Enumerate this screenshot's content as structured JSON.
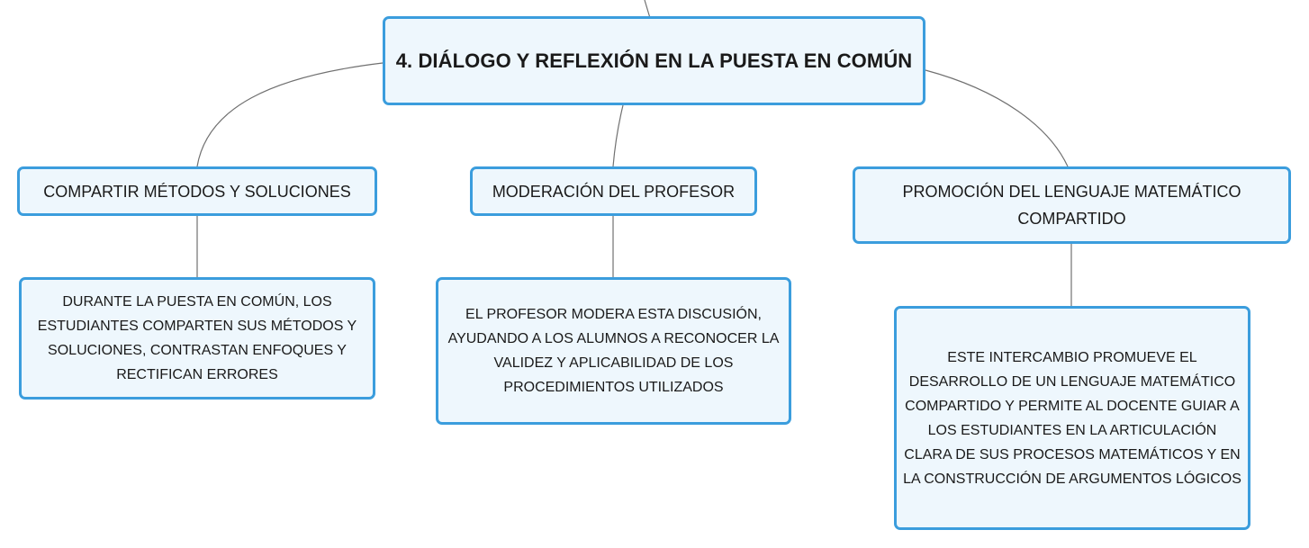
{
  "root": {
    "title": "4. DIÁLOGO Y REFLEXIÓN EN LA PUESTA EN COMÚN"
  },
  "topics": [
    {
      "label": "COMPARTIR MÉTODOS Y SOLUCIONES",
      "detail": "DURANTE LA PUESTA EN COMÚN, LOS ESTUDIANTES COMPARTEN SUS MÉTODOS Y SOLUCIONES, CONTRASTAN ENFOQUES Y RECTIFICAN ERRORES"
    },
    {
      "label": "MODERACIÓN DEL PROFESOR",
      "detail": "EL PROFESOR MODERA ESTA DISCUSIÓN, AYUDANDO A LOS ALUMNOS A RECONOCER LA VALIDEZ Y APLICABILIDAD DE LOS PROCEDIMIENTOS UTILIZADOS"
    },
    {
      "label": "PROMOCIÓN DEL LENGUAJE MATEMÁTICO COMPARTIDO",
      "detail": "ESTE INTERCAMBIO PROMUEVE EL DESARROLLO DE UN LENGUAJE MATEMÁTICO COMPARTIDO Y PERMITE AL DOCENTE GUIAR A LOS ESTUDIANTES EN LA ARTICULACIÓN CLARA DE SUS PROCESOS MATEMÁTICOS Y EN LA CONSTRUCCIÓN DE ARGUMENTOS LÓGICOS"
    }
  ],
  "colors": {
    "node_border": "#3b9ddd",
    "node_fill": "#eef7fd",
    "connector": "#707070",
    "text": "#1a1a1a"
  }
}
